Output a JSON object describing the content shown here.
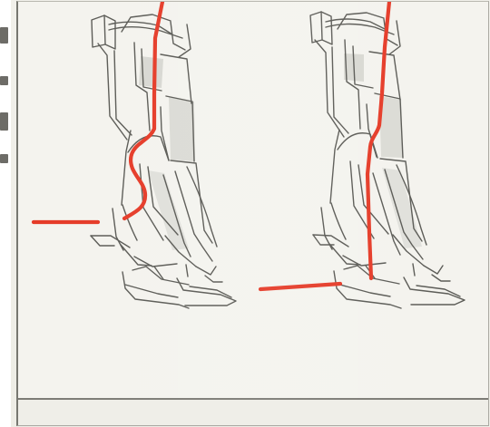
{
  "illustration": {
    "paper_color": "#f4f3ee",
    "ink_color": "#5a5a55",
    "shadow_color": "#d9d9d4",
    "thread_color": "#e53a27",
    "panels": [
      {
        "foot": "presser-foot-left",
        "thread": "wavy"
      },
      {
        "foot": "presser-foot-right",
        "thread": "straight"
      }
    ]
  }
}
